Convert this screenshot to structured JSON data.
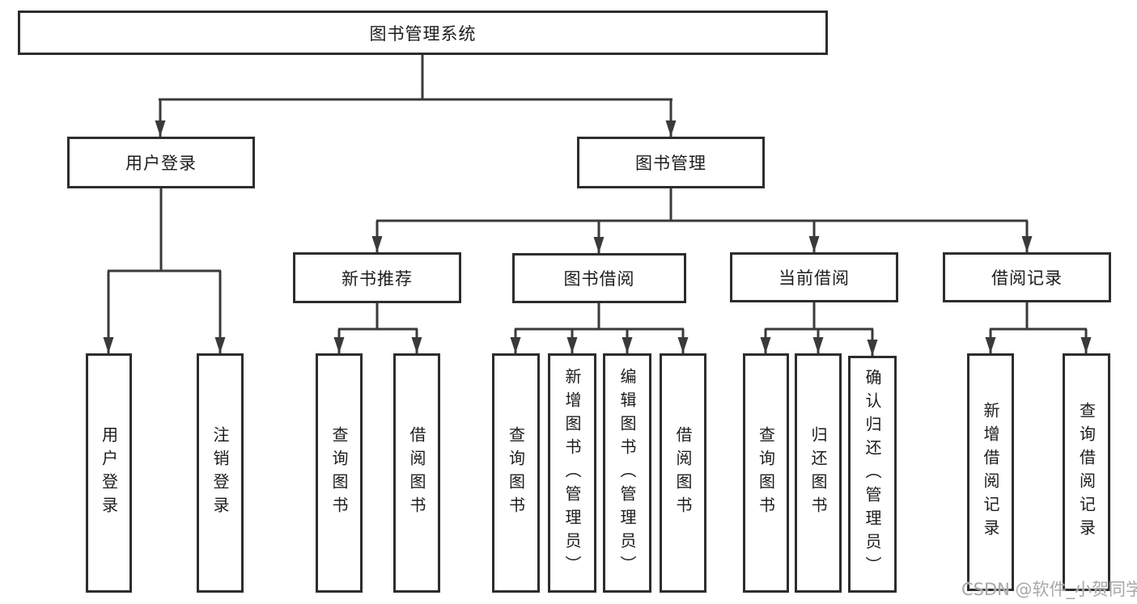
{
  "tree": {
    "root": "图书管理系统",
    "level2": [
      "用户登录",
      "图书管理"
    ],
    "level3": [
      "新书推荐",
      "图书借阅",
      "当前借阅",
      "借阅记录"
    ],
    "leaves": {
      "user_login": [
        "用户登录",
        "注销登录"
      ],
      "new_book": [
        "查询图书",
        "借阅图书"
      ],
      "book_borrow": [
        "查询图书",
        "新增图书（管理员）",
        "编辑图书（管理员）",
        "借阅图书"
      ],
      "current_borrow": [
        "查询图书",
        "归还图书",
        "确认归还（管理员）"
      ],
      "borrow_record": [
        "新增借阅记录",
        "查询借阅记录"
      ]
    }
  },
  "watermark": "CSDN @软件_小贺同学",
  "colors": {
    "line": "#3a3a3a",
    "box_border": "#2d2d2d",
    "text": "#1c1c1c",
    "watermark": "#a8a8a8",
    "background": "#ffffff"
  }
}
